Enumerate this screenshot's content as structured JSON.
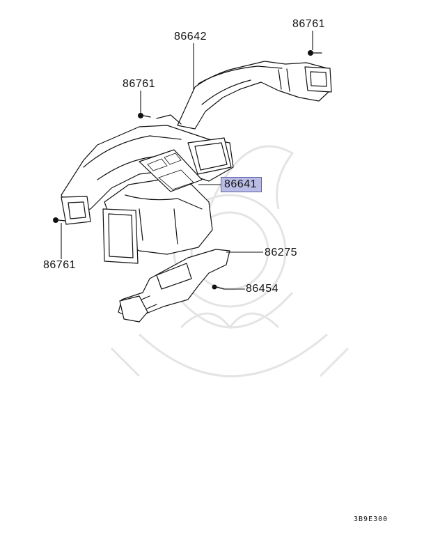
{
  "labels": {
    "p86642": "86642",
    "p86761_top": "86761",
    "p86761_mid": "86761",
    "p86761_left": "86761",
    "p86641": "86641",
    "p86275": "86275",
    "p86454": "86454"
  },
  "diagram_code": "3B9E300",
  "colors": {
    "highlight_fill": "#b9bde6",
    "highlight_border": "#5a5fa8",
    "line": "#111111",
    "watermark": "#e4e4e4"
  }
}
